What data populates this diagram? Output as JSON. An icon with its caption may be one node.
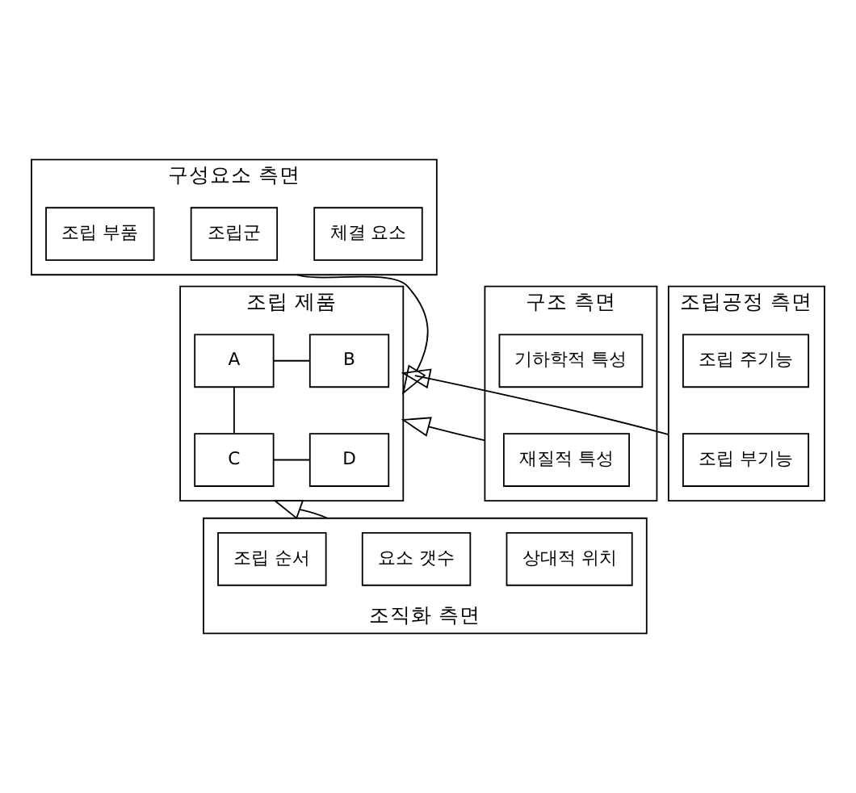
{
  "diagram": {
    "nodes": [
      {
        "text": [
          "구성요소 측면"
        ]
      },
      {
        "text": [
          "조립 부품"
        ],
        "in": 0
      },
      {
        "text": [
          "조립군"
        ],
        "in": 0
      },
      {
        "text": [
          "체결 요소"
        ],
        "in": 0
      },
      {
        "text": [
          "구조 측면"
        ]
      },
      {
        "text": [
          "기하학적 특성"
        ],
        "in": 4
      },
      {
        "text": [
          "재질적 특성"
        ],
        "in": 4
      },
      {
        "text": [
          "조립 제품"
        ]
      },
      {
        "text": [
          "A"
        ],
        "in": 7
      },
      {
        "text": [
          "B"
        ],
        "in": 7
      },
      {
        "text": [
          "C"
        ],
        "in": 7
      },
      {
        "text": [
          "D"
        ],
        "in": 7
      },
      {
        "text": [
          "조립공정 측면"
        ]
      },
      {
        "text": [
          "조립 주기능"
        ],
        "in": 12
      },
      {
        "text": [
          "조립 부기능"
        ],
        "in": 12
      },
      {
        "text": [
          "조직화 측면"
        ]
      },
      {
        "text": [
          "조립 순서"
        ],
        "in": 15
      },
      {
        "text": [
          "요소 갯수"
        ],
        "in": 15
      },
      {
        "text": [
          "상대적 위치"
        ],
        "in": 15
      }
    ],
    "edges": [
      {
        "from": 0,
        "to": 7,
        "arrow": "to"
      },
      {
        "from": 4,
        "to": 7,
        "arrow": "to"
      },
      {
        "from": 12,
        "to": 7,
        "arrow": "to"
      },
      {
        "from": 15,
        "to": 7,
        "arrow": "to"
      },
      {
        "from": 8,
        "to": 9,
        "arrow": "none"
      },
      {
        "from": 8,
        "to": 10,
        "arrow": "none"
      },
      {
        "from": 10,
        "to": 11,
        "arrow": "none"
      }
    ]
  }
}
